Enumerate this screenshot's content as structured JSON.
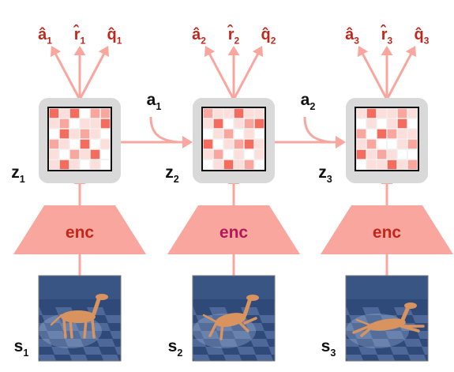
{
  "colors": {
    "arrow": "#f9a79e",
    "pred_text": "#c0281c",
    "enc_fill": "#f9a79e",
    "enc_text_default": "#c0281c",
    "enc_text_highlight": "#b3195a",
    "latent_bg": "#d9d9d9",
    "grid_border": "#111111",
    "label_text": "#111111",
    "scene_floor_light": "#5b76a6",
    "scene_floor_dark": "#2f4a78",
    "dog_body": "#d9935e"
  },
  "timesteps": [
    {
      "preds": [
        {
          "base": "â",
          "sub": "1"
        },
        {
          "base": "r̂",
          "sub": "1"
        },
        {
          "base": "q̂",
          "sub": "1"
        }
      ],
      "latent": {
        "base": "z",
        "sub": "1"
      },
      "encoder": "enc",
      "encoder_highlight": false,
      "state": {
        "base": "s",
        "sub": "1"
      },
      "pose": "stand",
      "grid": [
        [
          3,
          1,
          3,
          0,
          2,
          2
        ],
        [
          1,
          2,
          0,
          1,
          1,
          3
        ],
        [
          0,
          3,
          1,
          2,
          1,
          0
        ],
        [
          2,
          1,
          0,
          3,
          0,
          1
        ],
        [
          1,
          0,
          2,
          1,
          3,
          0
        ],
        [
          1,
          3,
          1,
          0,
          1,
          0
        ]
      ]
    },
    {
      "preds": [
        {
          "base": "â",
          "sub": "2"
        },
        {
          "base": "r̂",
          "sub": "2"
        },
        {
          "base": "q̂",
          "sub": "2"
        }
      ],
      "latent": {
        "base": "z",
        "sub": "2"
      },
      "encoder": "enc",
      "encoder_highlight": true,
      "state": {
        "base": "s",
        "sub": "2"
      },
      "pose": "walk",
      "grid": [
        [
          2,
          1,
          1,
          3,
          1,
          1
        ],
        [
          1,
          3,
          0,
          1,
          2,
          3
        ],
        [
          0,
          1,
          2,
          0,
          1,
          0
        ],
        [
          3,
          0,
          1,
          2,
          3,
          1
        ],
        [
          1,
          2,
          0,
          1,
          0,
          1
        ],
        [
          0,
          1,
          3,
          1,
          2,
          0
        ]
      ]
    },
    {
      "preds": [
        {
          "base": "â",
          "sub": "3"
        },
        {
          "base": "r̂",
          "sub": "3"
        },
        {
          "base": "q̂",
          "sub": "3"
        }
      ],
      "latent": {
        "base": "z",
        "sub": "3"
      },
      "encoder": "enc",
      "encoder_highlight": false,
      "state": {
        "base": "s",
        "sub": "3"
      },
      "pose": "run",
      "grid": [
        [
          1,
          3,
          1,
          1,
          2,
          1
        ],
        [
          0,
          1,
          0,
          1,
          3,
          0
        ],
        [
          2,
          0,
          3,
          2,
          1,
          1
        ],
        [
          1,
          2,
          0,
          0,
          1,
          2
        ],
        [
          3,
          1,
          2,
          1,
          0,
          0
        ],
        [
          0,
          1,
          1,
          3,
          1,
          2
        ]
      ]
    }
  ],
  "actions": [
    {
      "base": "a",
      "sub": "1"
    },
    {
      "base": "a",
      "sub": "2"
    }
  ]
}
